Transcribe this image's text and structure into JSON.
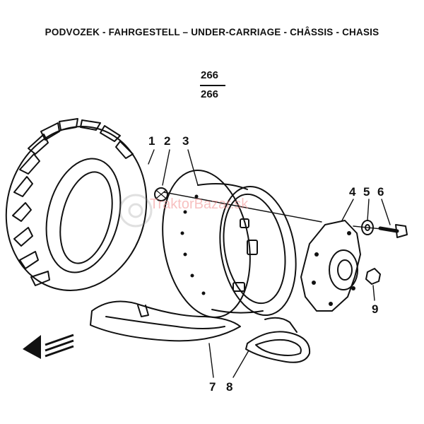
{
  "header": {
    "title": "PODVOZEK - FAHRGESTELL – UNDER-CARRIAGE - CHÂSSIS - CHASIS",
    "page_top": "266",
    "page_bottom": "266"
  },
  "callouts": {
    "c1": "1",
    "c2": "2",
    "c3": "3",
    "c4": "4",
    "c5": "5",
    "c6": "6",
    "c7": "7",
    "c8": "8",
    "c9": "9"
  },
  "watermark": {
    "text": "TraktorBazar.sk"
  },
  "colors": {
    "ink": "#111111",
    "watermark": "#f28e8e"
  }
}
